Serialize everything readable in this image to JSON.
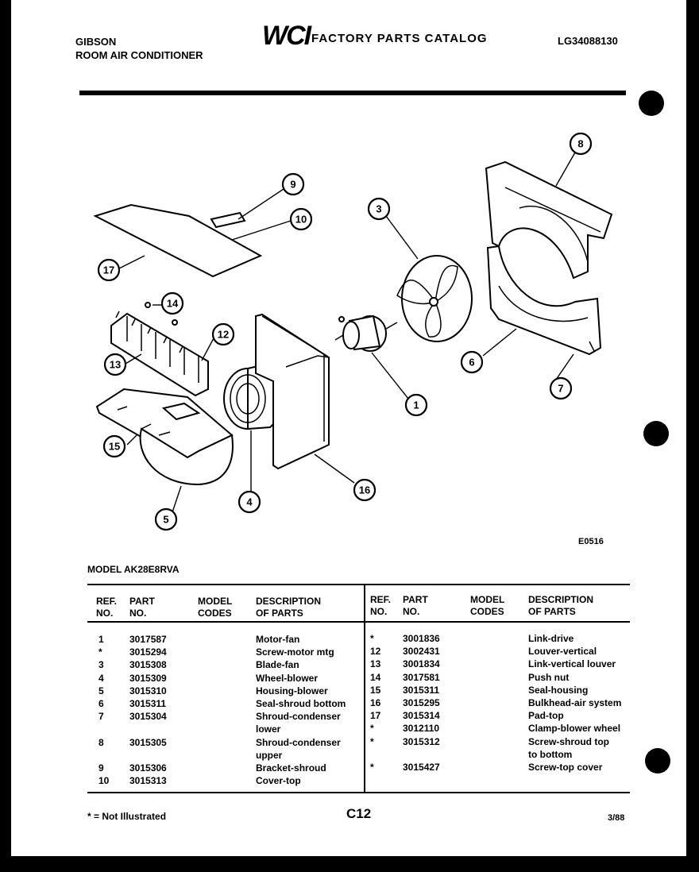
{
  "header": {
    "brand": "GIBSON",
    "product": "ROOM AIR CONDITIONER",
    "logo": "WCI",
    "catalog_title": "FACTORY PARTS CATALOG",
    "catalog_number": "LG34088130"
  },
  "diagram": {
    "drawing_code": "E0516",
    "callouts": [
      "1",
      "3",
      "4",
      "5",
      "6",
      "7",
      "8",
      "9",
      "10",
      "12",
      "13",
      "14",
      "15",
      "16",
      "17"
    ]
  },
  "model_label": "MODEL AK28E8RVA",
  "table_headers": {
    "ref": "REF.",
    "no": "NO.",
    "part": "PART",
    "part_no": "NO.",
    "model": "MODEL",
    "codes": "CODES",
    "desc": "DESCRIPTION",
    "of_parts": "OF PARTS"
  },
  "left_parts": [
    {
      "ref": "1",
      "part": "3017587",
      "desc": "Motor-fan"
    },
    {
      "ref": "*",
      "part": "3015294",
      "desc": "Screw-motor mtg"
    },
    {
      "ref": "3",
      "part": "3015308",
      "desc": "Blade-fan"
    },
    {
      "ref": "4",
      "part": "3015309",
      "desc": "Wheel-blower"
    },
    {
      "ref": "5",
      "part": "3015310",
      "desc": "Housing-blower"
    },
    {
      "ref": "6",
      "part": "3015311",
      "desc": "Seal-shroud bottom"
    },
    {
      "ref": "7",
      "part": "3015304",
      "desc": "Shroud-condenser"
    },
    {
      "ref": "",
      "part": "",
      "desc": "lower"
    },
    {
      "ref": "8",
      "part": "3015305",
      "desc": "Shroud-condenser"
    },
    {
      "ref": "",
      "part": "",
      "desc": "upper"
    },
    {
      "ref": "9",
      "part": "3015306",
      "desc": "Bracket-shroud"
    },
    {
      "ref": "10",
      "part": "3015313",
      "desc": "Cover-top"
    }
  ],
  "right_parts": [
    {
      "ref": "*",
      "part": "3001836",
      "desc": "Link-drive"
    },
    {
      "ref": "12",
      "part": "3002431",
      "desc": "Louver-vertical"
    },
    {
      "ref": "13",
      "part": "3001834",
      "desc": "Link-vertical louver"
    },
    {
      "ref": "14",
      "part": "3017581",
      "desc": "Push nut"
    },
    {
      "ref": "15",
      "part": "3015311",
      "desc": "Seal-housing"
    },
    {
      "ref": "16",
      "part": "3015295",
      "desc": "Bulkhead-air system"
    },
    {
      "ref": "17",
      "part": "3015314",
      "desc": "Pad-top"
    },
    {
      "ref": "*",
      "part": "3012110",
      "desc": "Clamp-blower wheel"
    },
    {
      "ref": "*",
      "part": "3015312",
      "desc": "Screw-shroud top"
    },
    {
      "ref": "",
      "part": "",
      "desc": "to bottom"
    },
    {
      "ref": "*",
      "part": "3015427",
      "desc": "Screw-top cover"
    }
  ],
  "footer": {
    "note": "* = Not Illustrated",
    "page": "C12",
    "date": "3/88"
  }
}
